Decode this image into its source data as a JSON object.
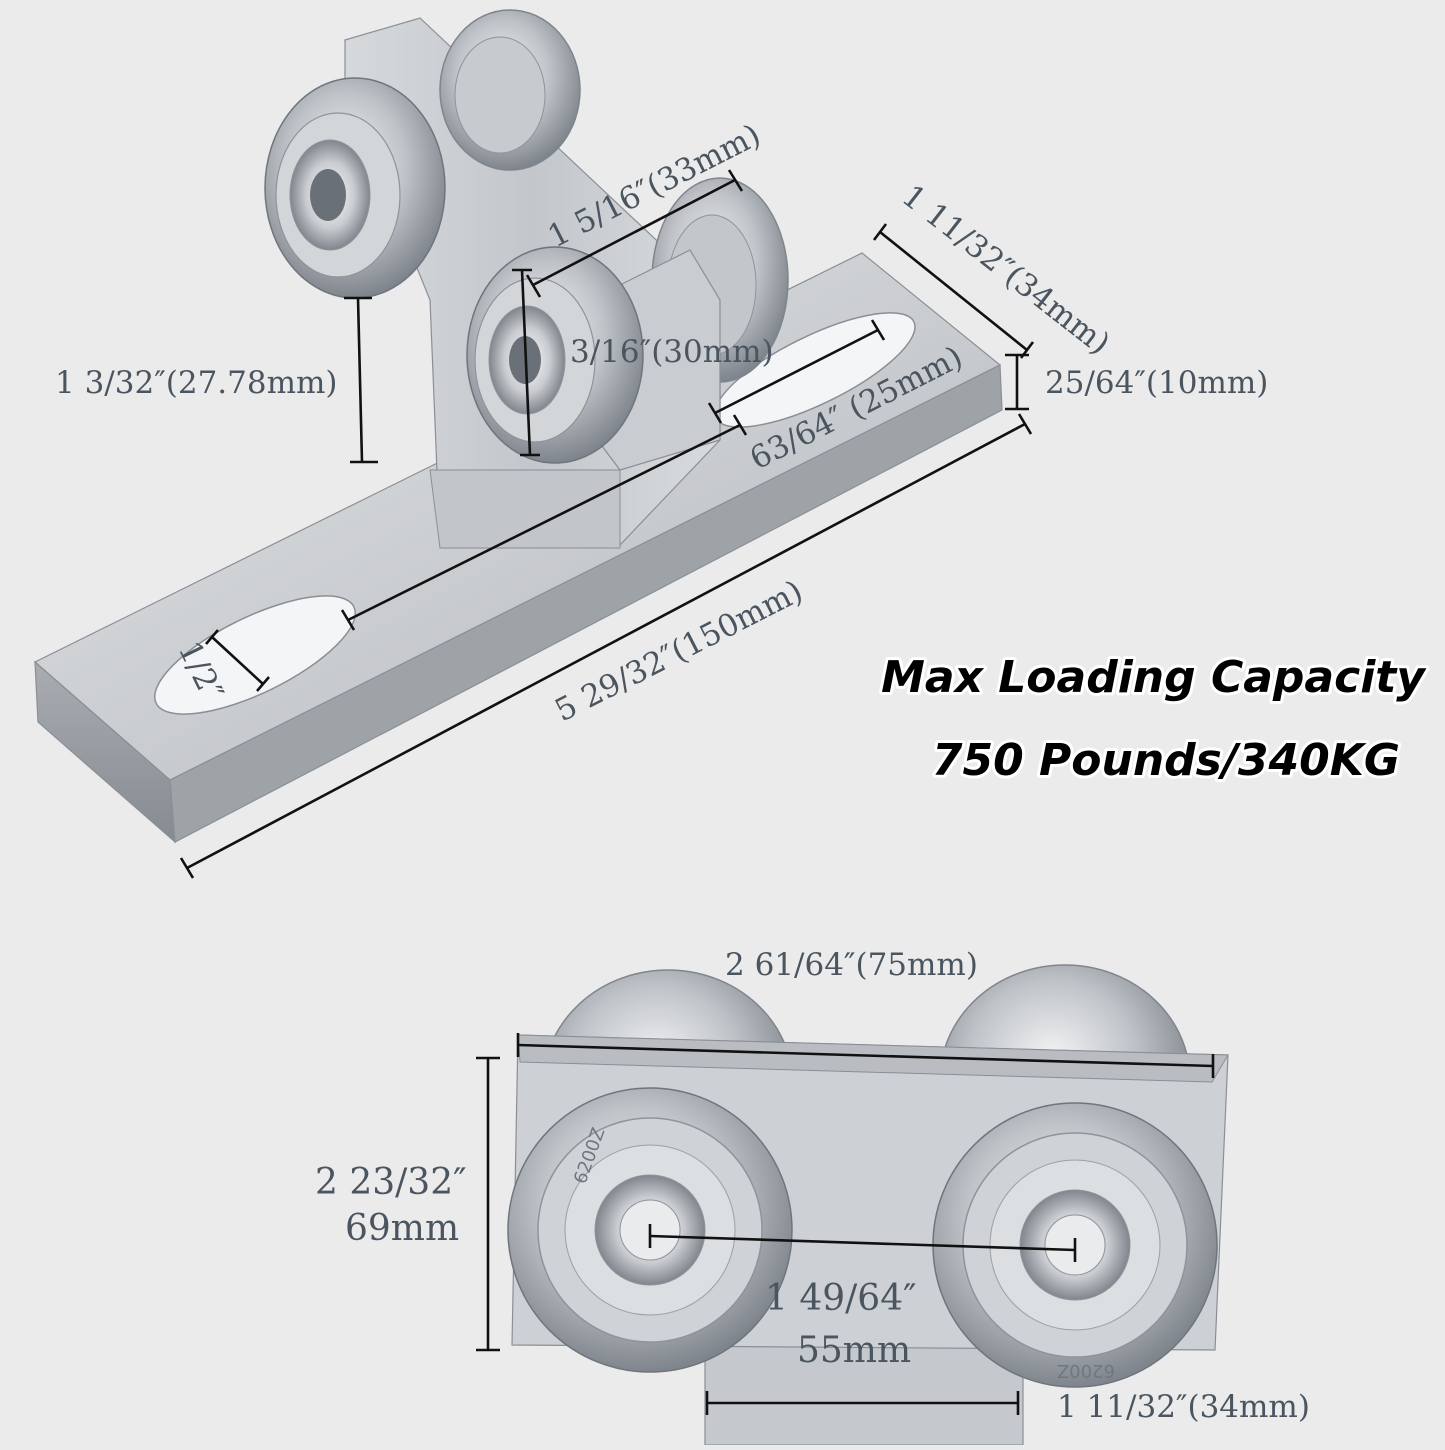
{
  "capacity": {
    "line1": "Max Loading Capacity",
    "line2": "750 Pounds/340KG"
  },
  "dimensions_top": {
    "wheel_height": "1 3/32″(27.78mm)",
    "wheel_spacing": "1 5/16″(33mm)",
    "wheel_width": "3/16″(30mm)",
    "plate_width": "1 11/32″(34mm)",
    "plate_thickness": "25/64″(10mm)",
    "slot_length": "63/64″ (25mm)",
    "slot_width": "1/2″",
    "total_length": "5 29/32″(150mm)"
  },
  "dimensions_bottom": {
    "overall_width": "2 61/64″(75mm)",
    "height_in": "2 23/32″",
    "height_mm": "69mm",
    "axle_spacing_in": "1 49/64″",
    "axle_spacing_mm": "55mm",
    "stem_width": "1 11/32″(34mm)"
  },
  "bearing_marking": "6200Z",
  "colors": {
    "background": "#ebebeb",
    "metal_light": "#d9dcdf",
    "metal_mid": "#b4b8bd",
    "metal_dark": "#8d9298",
    "dimension_line": "#111111",
    "dimension_text": "#4a5560"
  }
}
